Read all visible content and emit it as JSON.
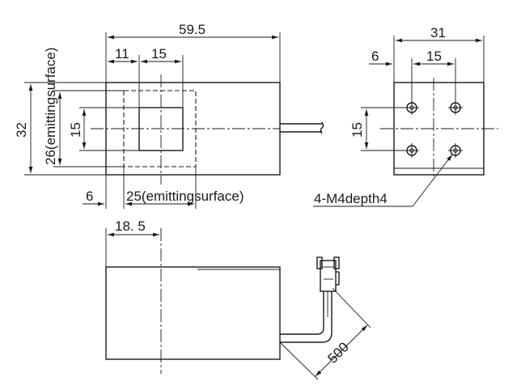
{
  "labels": {
    "front_overall_width": "59.5",
    "front_offset_left": "11",
    "front_window_width": "15",
    "front_overall_height": "32",
    "front_emitting_height": "26(emittingsurface)",
    "front_window_height": "15",
    "front_bottom_offset": "6",
    "front_emitting_width": "25(emittingsurface)",
    "side_overall_width": "31",
    "side_hole_spacing_x": "15",
    "side_hole_offset": "6",
    "side_hole_spacing_y": "15",
    "side_thread_note": "4-M4depth4",
    "bottom_offset": "18. 5",
    "cable_length": "500"
  }
}
